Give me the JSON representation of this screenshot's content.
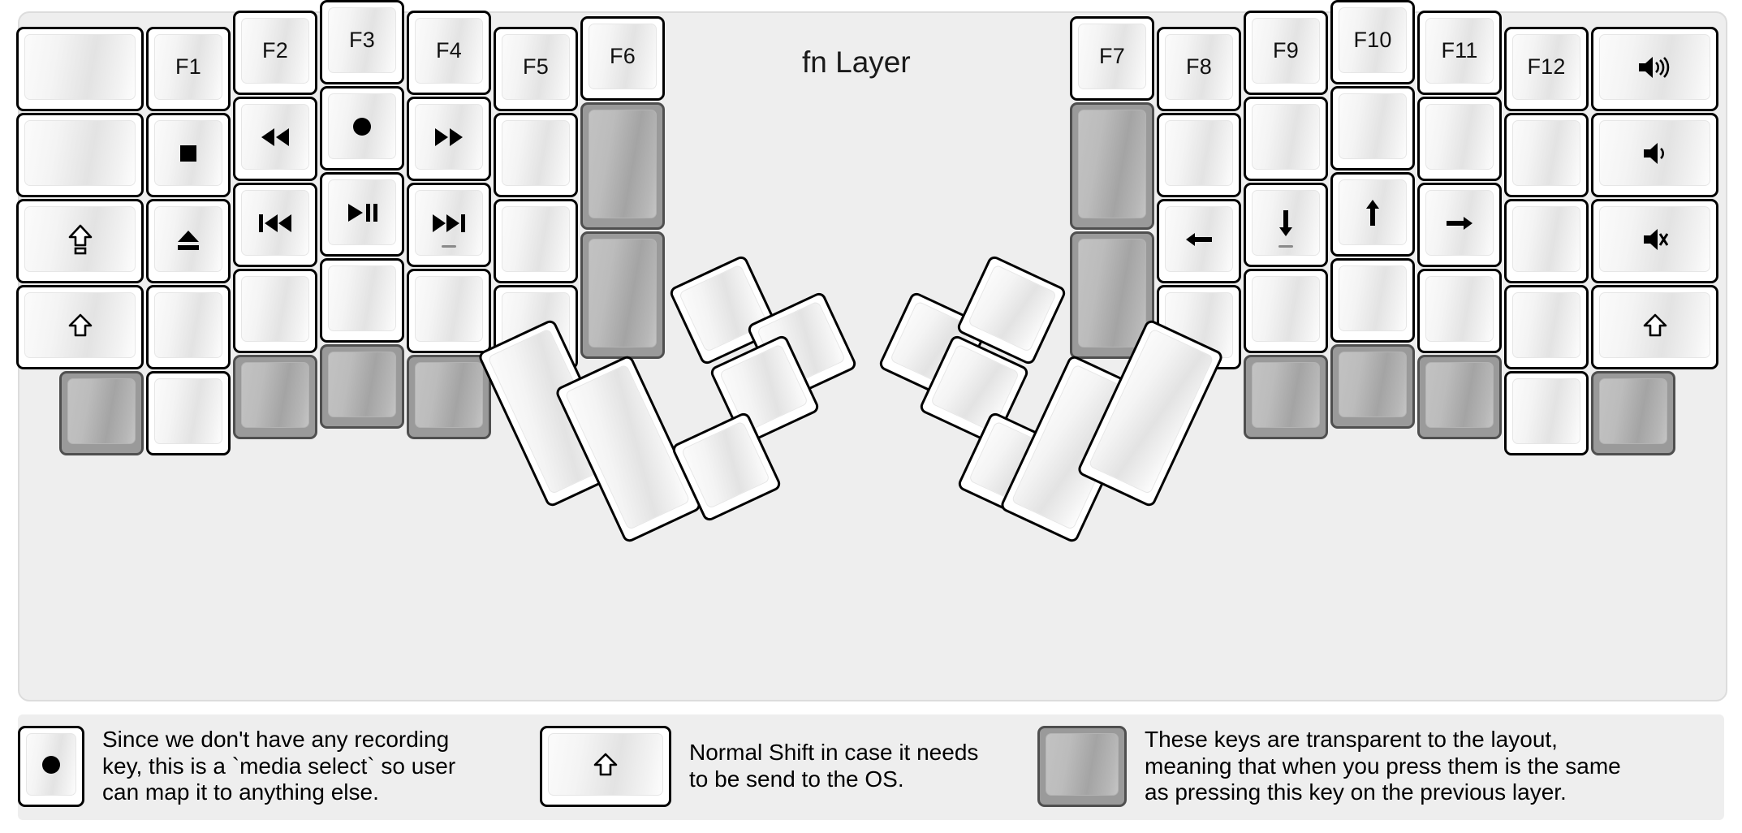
{
  "title": "fn Layer",
  "colors": {
    "background": "#eeeeee",
    "key_face": "#ffffff",
    "key_border": "#000000",
    "transparent_key": "#9a9a9a",
    "text": "#111111"
  },
  "icons": {
    "stop": "stop-icon",
    "eject": "eject-icon",
    "record": "record-icon",
    "play_pause": "play-pause-icon",
    "rewind": "rewind-icon",
    "fast_forward": "fast-forward-icon",
    "prev_track": "previous-track-icon",
    "next_track": "next-track-icon",
    "caps_lock": "caps-lock-icon",
    "shift": "shift-icon",
    "arrow_left": "arrow-left-icon",
    "arrow_down": "arrow-down-icon",
    "arrow_up": "arrow-up-icon",
    "arrow_right": "arrow-right-icon",
    "volume_up": "volume-up-icon",
    "volume_down": "volume-down-icon",
    "mute": "volume-mute-icon",
    "blank": "blank-key"
  },
  "left_half": {
    "columns": [
      {
        "name": "outer-left-column",
        "keys": [
          {
            "label": "",
            "icon": "blank",
            "state": "normal"
          },
          {
            "label": "",
            "icon": "blank",
            "state": "normal"
          },
          {
            "label": "",
            "icon": "caps_lock",
            "state": "normal"
          },
          {
            "label": "",
            "icon": "shift",
            "state": "normal"
          },
          {
            "label": "",
            "icon": "blank",
            "state": "transparent"
          }
        ]
      },
      {
        "name": "f1-column",
        "keys": [
          {
            "label": "F1",
            "icon": "",
            "state": "normal"
          },
          {
            "label": "",
            "icon": "stop",
            "state": "normal"
          },
          {
            "label": "",
            "icon": "eject",
            "state": "normal"
          },
          {
            "label": "",
            "icon": "blank",
            "state": "normal"
          },
          {
            "label": "",
            "icon": "blank",
            "state": "normal"
          }
        ]
      },
      {
        "name": "f2-column",
        "keys": [
          {
            "label": "F2",
            "icon": "",
            "state": "normal"
          },
          {
            "label": "",
            "icon": "rewind",
            "state": "normal"
          },
          {
            "label": "",
            "icon": "prev_track",
            "state": "normal"
          },
          {
            "label": "",
            "icon": "blank",
            "state": "normal"
          },
          {
            "label": "",
            "icon": "blank",
            "state": "transparent"
          }
        ]
      },
      {
        "name": "f3-column",
        "keys": [
          {
            "label": "F3",
            "icon": "",
            "state": "normal"
          },
          {
            "label": "",
            "icon": "record",
            "state": "normal"
          },
          {
            "label": "",
            "icon": "play_pause",
            "state": "normal"
          },
          {
            "label": "",
            "icon": "blank",
            "state": "normal"
          },
          {
            "label": "",
            "icon": "blank",
            "state": "transparent"
          }
        ]
      },
      {
        "name": "f4-column",
        "keys": [
          {
            "label": "F4",
            "icon": "",
            "state": "normal"
          },
          {
            "label": "",
            "icon": "fast_forward",
            "state": "normal"
          },
          {
            "label": "",
            "icon": "next_track",
            "state": "normal",
            "homing": true
          },
          {
            "label": "",
            "icon": "blank",
            "state": "normal"
          },
          {
            "label": "",
            "icon": "blank",
            "state": "transparent"
          }
        ]
      },
      {
        "name": "f5-column",
        "keys": [
          {
            "label": "F5",
            "icon": "",
            "state": "normal"
          },
          {
            "label": "",
            "icon": "blank",
            "state": "normal"
          },
          {
            "label": "",
            "icon": "blank",
            "state": "normal"
          },
          {
            "label": "",
            "icon": "blank",
            "state": "normal"
          }
        ]
      },
      {
        "name": "f6-column",
        "keys": [
          {
            "label": "F6",
            "icon": "",
            "state": "normal"
          },
          {
            "label": "",
            "icon": "blank",
            "state": "transparent"
          },
          {
            "label": "",
            "icon": "blank",
            "state": "transparent"
          }
        ]
      }
    ],
    "thumb_cluster": [
      {
        "name": "thumb-big-1",
        "label": "",
        "icon": "blank",
        "state": "normal"
      },
      {
        "name": "thumb-big-2",
        "label": "",
        "icon": "blank",
        "state": "normal"
      },
      {
        "name": "thumb-small-1",
        "label": "",
        "icon": "blank",
        "state": "normal"
      },
      {
        "name": "thumb-small-2",
        "label": "",
        "icon": "blank",
        "state": "normal"
      },
      {
        "name": "thumb-small-3",
        "label": "",
        "icon": "blank",
        "state": "normal"
      },
      {
        "name": "thumb-small-4",
        "label": "",
        "icon": "blank",
        "state": "normal"
      }
    ]
  },
  "right_half": {
    "columns": [
      {
        "name": "f7-column",
        "keys": [
          {
            "label": "F7",
            "icon": "",
            "state": "normal"
          },
          {
            "label": "",
            "icon": "blank",
            "state": "transparent"
          },
          {
            "label": "",
            "icon": "blank",
            "state": "transparent"
          }
        ]
      },
      {
        "name": "f8-column",
        "keys": [
          {
            "label": "F8",
            "icon": "",
            "state": "normal"
          },
          {
            "label": "",
            "icon": "blank",
            "state": "normal"
          },
          {
            "label": "",
            "icon": "arrow_left",
            "state": "normal"
          },
          {
            "label": "",
            "icon": "blank",
            "state": "normal"
          }
        ]
      },
      {
        "name": "f9-column",
        "keys": [
          {
            "label": "F9",
            "icon": "",
            "state": "normal"
          },
          {
            "label": "",
            "icon": "blank",
            "state": "normal"
          },
          {
            "label": "",
            "icon": "arrow_down",
            "state": "normal",
            "homing": true
          },
          {
            "label": "",
            "icon": "blank",
            "state": "normal"
          },
          {
            "label": "",
            "icon": "blank",
            "state": "transparent"
          }
        ]
      },
      {
        "name": "f10-column",
        "keys": [
          {
            "label": "F10",
            "icon": "",
            "state": "normal"
          },
          {
            "label": "",
            "icon": "blank",
            "state": "normal"
          },
          {
            "label": "",
            "icon": "arrow_up",
            "state": "normal"
          },
          {
            "label": "",
            "icon": "blank",
            "state": "normal"
          },
          {
            "label": "",
            "icon": "blank",
            "state": "transparent"
          }
        ]
      },
      {
        "name": "f11-column",
        "keys": [
          {
            "label": "F11",
            "icon": "",
            "state": "normal"
          },
          {
            "label": "",
            "icon": "blank",
            "state": "normal"
          },
          {
            "label": "",
            "icon": "arrow_right",
            "state": "normal"
          },
          {
            "label": "",
            "icon": "blank",
            "state": "normal"
          },
          {
            "label": "",
            "icon": "blank",
            "state": "transparent"
          }
        ]
      },
      {
        "name": "f12-column",
        "keys": [
          {
            "label": "F12",
            "icon": "",
            "state": "normal"
          },
          {
            "label": "",
            "icon": "blank",
            "state": "normal"
          },
          {
            "label": "",
            "icon": "blank",
            "state": "normal"
          },
          {
            "label": "",
            "icon": "blank",
            "state": "normal"
          },
          {
            "label": "",
            "icon": "blank",
            "state": "normal"
          }
        ]
      },
      {
        "name": "outer-right-column",
        "keys": [
          {
            "label": "",
            "icon": "volume_up",
            "state": "normal"
          },
          {
            "label": "",
            "icon": "volume_down",
            "state": "normal"
          },
          {
            "label": "",
            "icon": "mute",
            "state": "normal"
          },
          {
            "label": "",
            "icon": "shift",
            "state": "normal"
          },
          {
            "label": "",
            "icon": "blank",
            "state": "transparent"
          }
        ]
      }
    ],
    "thumb_cluster": [
      {
        "name": "thumb-small-1",
        "label": "",
        "icon": "blank",
        "state": "normal"
      },
      {
        "name": "thumb-small-2",
        "label": "",
        "icon": "blank",
        "state": "normal"
      },
      {
        "name": "thumb-small-3",
        "label": "",
        "icon": "blank",
        "state": "normal"
      },
      {
        "name": "thumb-small-4",
        "label": "",
        "icon": "blank",
        "state": "normal"
      },
      {
        "name": "thumb-big-1",
        "label": "",
        "icon": "blank",
        "state": "normal"
      },
      {
        "name": "thumb-big-2",
        "label": "",
        "icon": "blank",
        "state": "normal"
      }
    ]
  },
  "legend": [
    {
      "key_icon": "record",
      "key_state": "normal",
      "text": "Since we don't have any recording\nkey, this is a `media select` so user\ncan map it to anything else."
    },
    {
      "key_icon": "shift",
      "key_state": "normal",
      "text": "Normal Shift in case it needs\nto be send to the OS."
    },
    {
      "key_icon": "blank",
      "key_state": "transparent",
      "text": "These keys are transparent to the layout,\nmeaning that when you press them is the same\nas pressing this key on the previous layer."
    }
  ]
}
